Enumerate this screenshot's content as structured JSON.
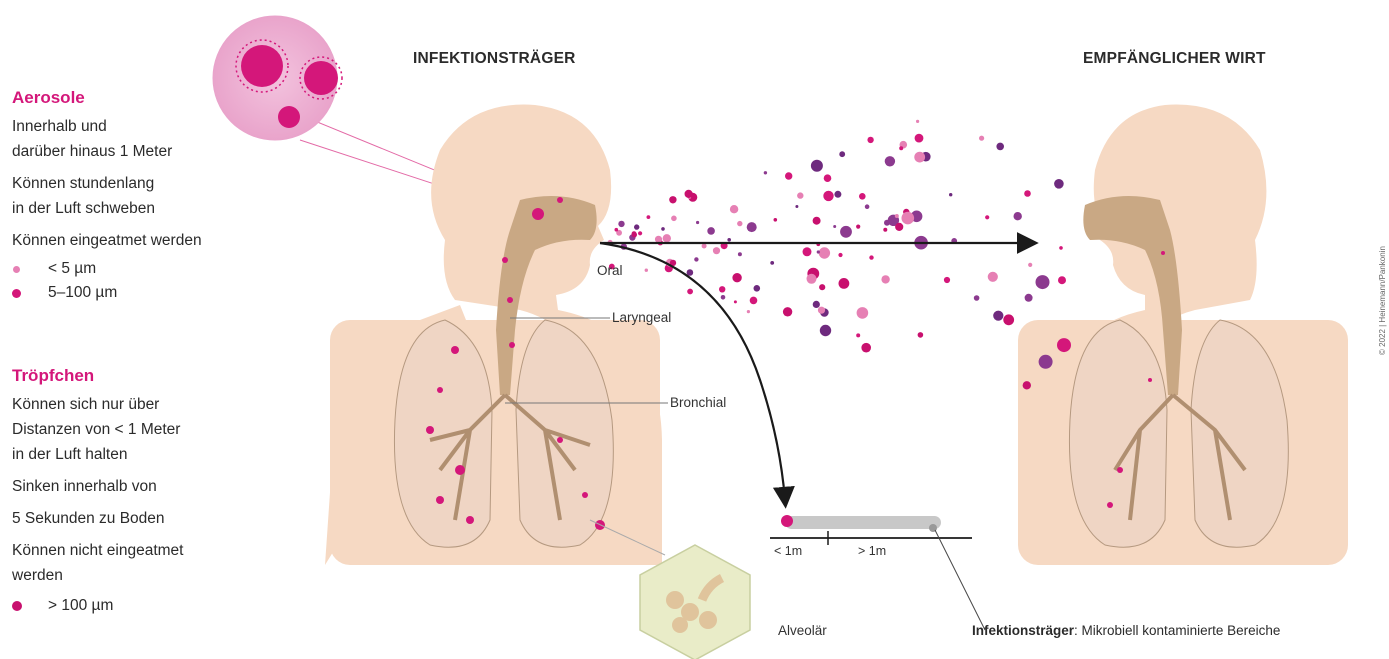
{
  "aerosols": {
    "title": "Aerosole",
    "lines": [
      "Innerhalb und",
      "darüber hinaus 1 Meter",
      "Können stundenlang",
      "in der Luft schweben",
      "Können eingeatmet werden"
    ],
    "legend": [
      {
        "label": "< 5 µm",
        "color": "#e680b4"
      },
      {
        "label": "5–100 µm",
        "color": "#d4177a"
      }
    ]
  },
  "droplets": {
    "title": "Tröpfchen",
    "lines": [
      "Können sich nur über",
      "Distanzen von < 1 Meter",
      "in der Luft halten",
      "Sinken innerhalb von",
      "5 Sekunden zu Boden",
      "Können nicht eingeatmet",
      "werden"
    ],
    "legend": [
      {
        "label": "> 100 µm",
        "color": "#c8106e"
      }
    ]
  },
  "headings": {
    "carrier": "INFEKTIONSTRÄGER",
    "host": "EMPFÄNGLICHER WIRT"
  },
  "labels": {
    "oral": "Oral",
    "laryngeal": "Laryngeal",
    "bronchial": "Bronchial",
    "alveolar": "Alveolär",
    "near": "< 1m",
    "far": "> 1m"
  },
  "footnote": {
    "bold": "Infektionsträger",
    "rest": ": Mikrobiell kontaminierte Bereiche"
  },
  "credit": "© 2022 | Heinemann/Pankonin",
  "colors": {
    "accent": "#d4177a",
    "skin": "#f6d9c3",
    "airway": "#c9a884",
    "purple": "#6e2a7e",
    "pink_light": "#e680b4"
  }
}
